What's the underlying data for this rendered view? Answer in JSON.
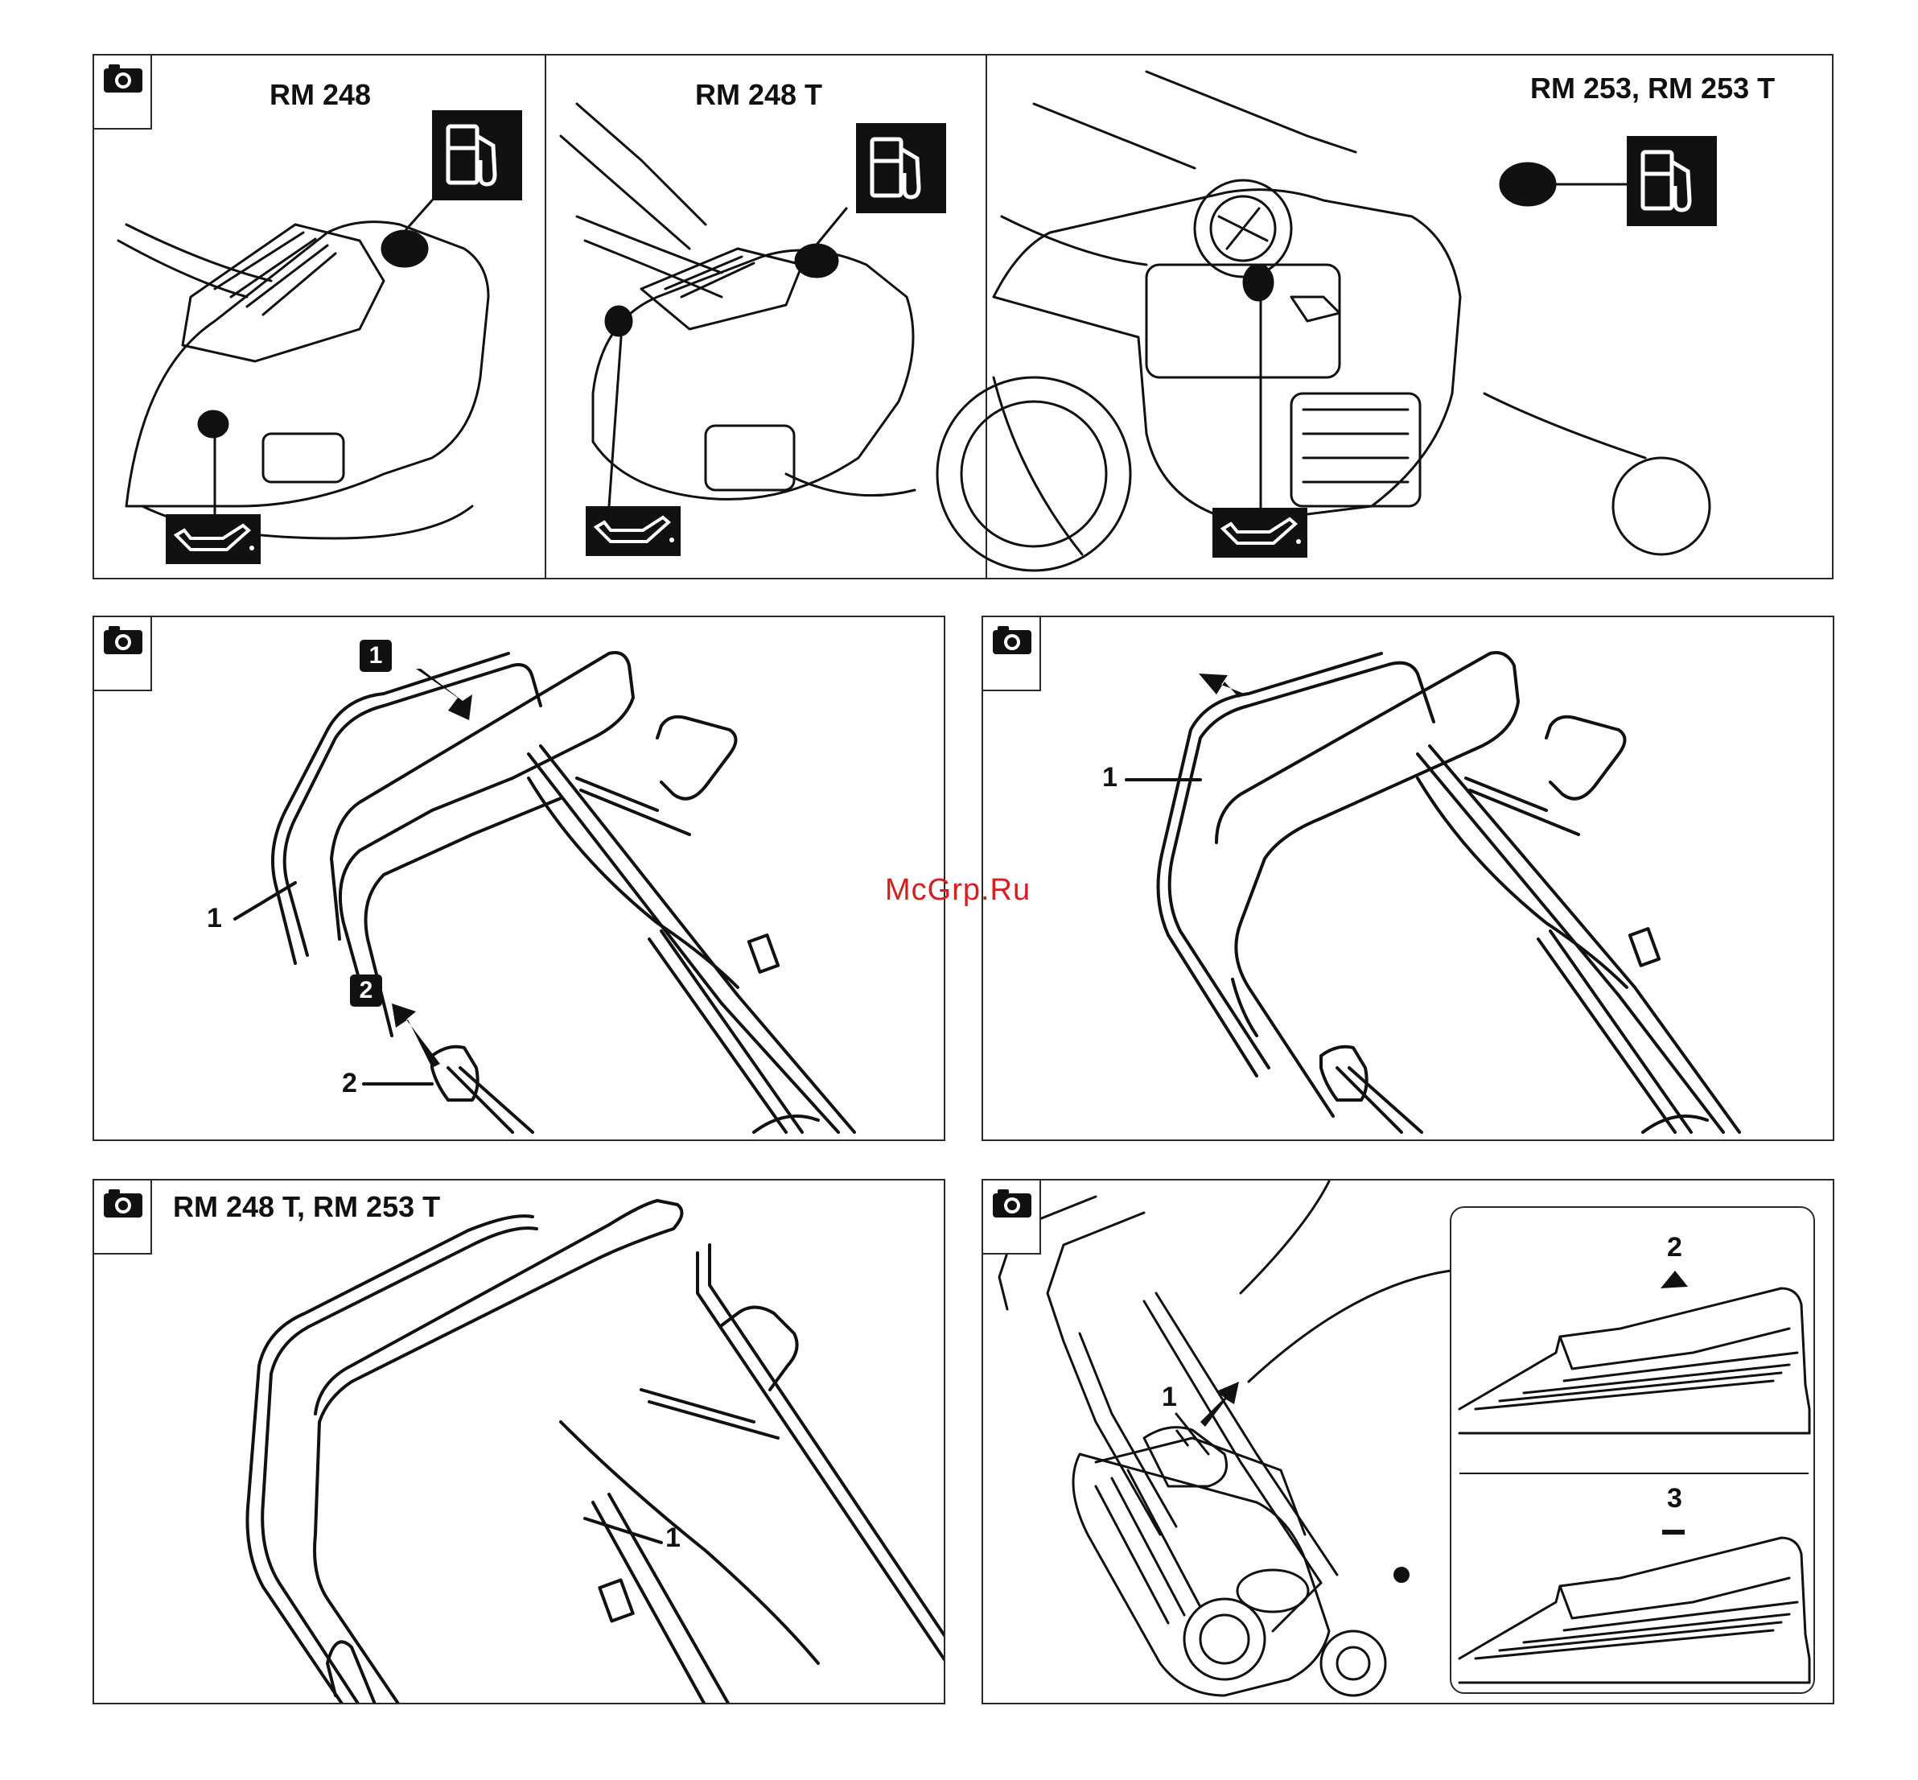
{
  "panels": {
    "engines": {
      "rm248_title": "RM 248",
      "rm248t_title": "RM 248 T",
      "rm253_title": "RM 253, RM 253 T",
      "icons": [
        "camera-icon",
        "fuel-pump-icon",
        "oil-can-icon"
      ]
    },
    "handle_fold": {
      "step1": "1",
      "step2": "2",
      "label1": "1",
      "label2": "2"
    },
    "handle_unfold": {
      "label1": "1"
    },
    "handle_t": {
      "title": "RM 248 T, RM 253 T",
      "label1": "1"
    },
    "grassbox": {
      "label1": "1",
      "label2": "2",
      "label3": "3"
    }
  },
  "watermark": "McGrp.Ru"
}
